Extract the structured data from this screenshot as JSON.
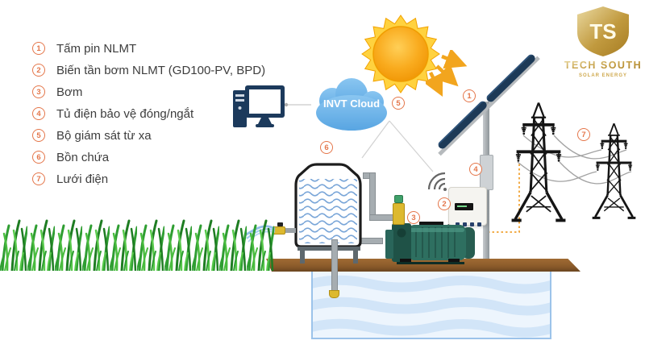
{
  "diagram": {
    "legend": {
      "items": [
        {
          "num": "1",
          "label": "Tấm pin NLMT"
        },
        {
          "num": "2",
          "label": "Biến tần bơm NLMT (GD100-PV, BPD)"
        },
        {
          "num": "3",
          "label": "Bơm"
        },
        {
          "num": "4",
          "label": "Tủ điện bảo vệ đóng/ngắt"
        },
        {
          "num": "5",
          "label": "Bộ giám sát từ xa"
        },
        {
          "num": "6",
          "label": "Bồn chứa"
        },
        {
          "num": "7",
          "label": "Lưới điện"
        }
      ]
    },
    "cloud": {
      "label": "INVT Cloud"
    },
    "logo": {
      "monogram": "TS",
      "title": "TECH SOUTH",
      "subtitle": "SOLAR ENERGY"
    },
    "icons": {
      "sun": "sun-icon",
      "cloud": "cloud-icon",
      "computer": "computer-icon",
      "wifi": "wifi-icon",
      "tower": "transmission-tower-icon",
      "faucet": "faucet-icon"
    },
    "colors": {
      "accent_orange": "#E4764A",
      "cloud_blue": "#5FA9E4",
      "panel_navy": "#1D3A57",
      "pump_teal": "#2E6F60",
      "gold": "#C9A23E",
      "wave_blue": "#7AA6D8",
      "plank_brown": "#8A5A2A",
      "dotted_orange": "#F0A233"
    }
  }
}
